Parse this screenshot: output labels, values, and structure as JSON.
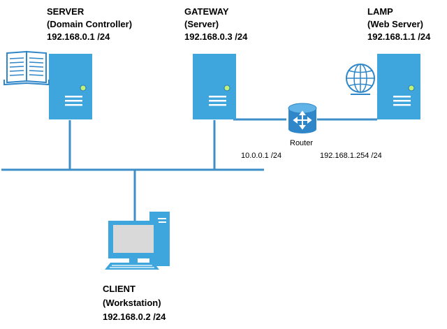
{
  "nodes": {
    "server": {
      "name": "SERVER",
      "role": "(Domain Controller)",
      "ip": "192.168.0.1 /24",
      "icon": "book-icon"
    },
    "gateway": {
      "name": "GATEWAY",
      "role": "(Server)",
      "ip": "192.168.0.3 /24"
    },
    "lamp": {
      "name": "LAMP",
      "role": "(Web Server)",
      "ip": "192.168.1.1 /24",
      "icon": "globe-icon"
    },
    "client": {
      "name": "CLIENT",
      "role": "(Workstation)",
      "ip": "192.168.0.2 /24"
    },
    "router": {
      "name": "Router"
    }
  },
  "links": {
    "router_left_ip": "10.0.0.1 /24",
    "router_right_ip": "192.168.1.254 /24"
  },
  "colors": {
    "device": "#3ea6dc",
    "device_accent": "#bff07a",
    "line": "#3e8fc9",
    "router": "#2f86c8"
  }
}
